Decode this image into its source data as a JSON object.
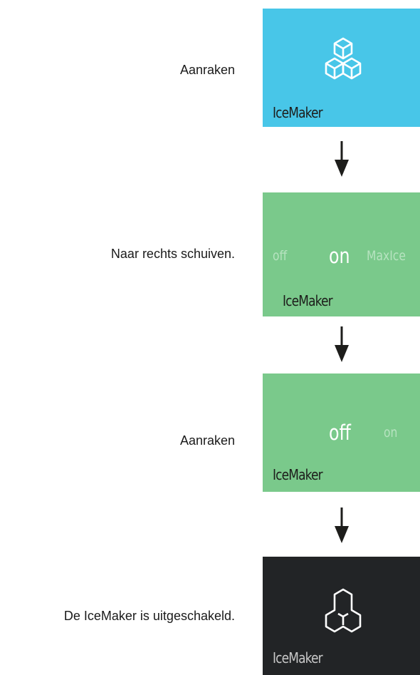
{
  "steps": [
    {
      "instruction": "Aanraken"
    },
    {
      "instruction": "Naar rechts schuiven."
    },
    {
      "instruction": "Aanraken"
    },
    {
      "instruction": "De IceMaker is uitgeschakeld."
    }
  ],
  "tiles": [
    {
      "label": "IceMaker",
      "icon": "ice-cubes-icon",
      "background": "#48c6e8",
      "label_color": "#1d1d1b"
    },
    {
      "label": "IceMaker",
      "background": "#7ac98b",
      "label_color": "#1d1d1b",
      "options": {
        "left": "off",
        "center": "on",
        "right": "MaxIce"
      }
    },
    {
      "label": "IceMaker",
      "background": "#7ac98b",
      "label_color": "#1d1d1b",
      "options": {
        "center": "off",
        "right": "on"
      }
    },
    {
      "label": "IceMaker",
      "icon": "ice-cubes-outline-icon",
      "background": "#222426",
      "label_color": "#c8c8c8"
    }
  ],
  "arrow_icon": "down-arrow-icon"
}
